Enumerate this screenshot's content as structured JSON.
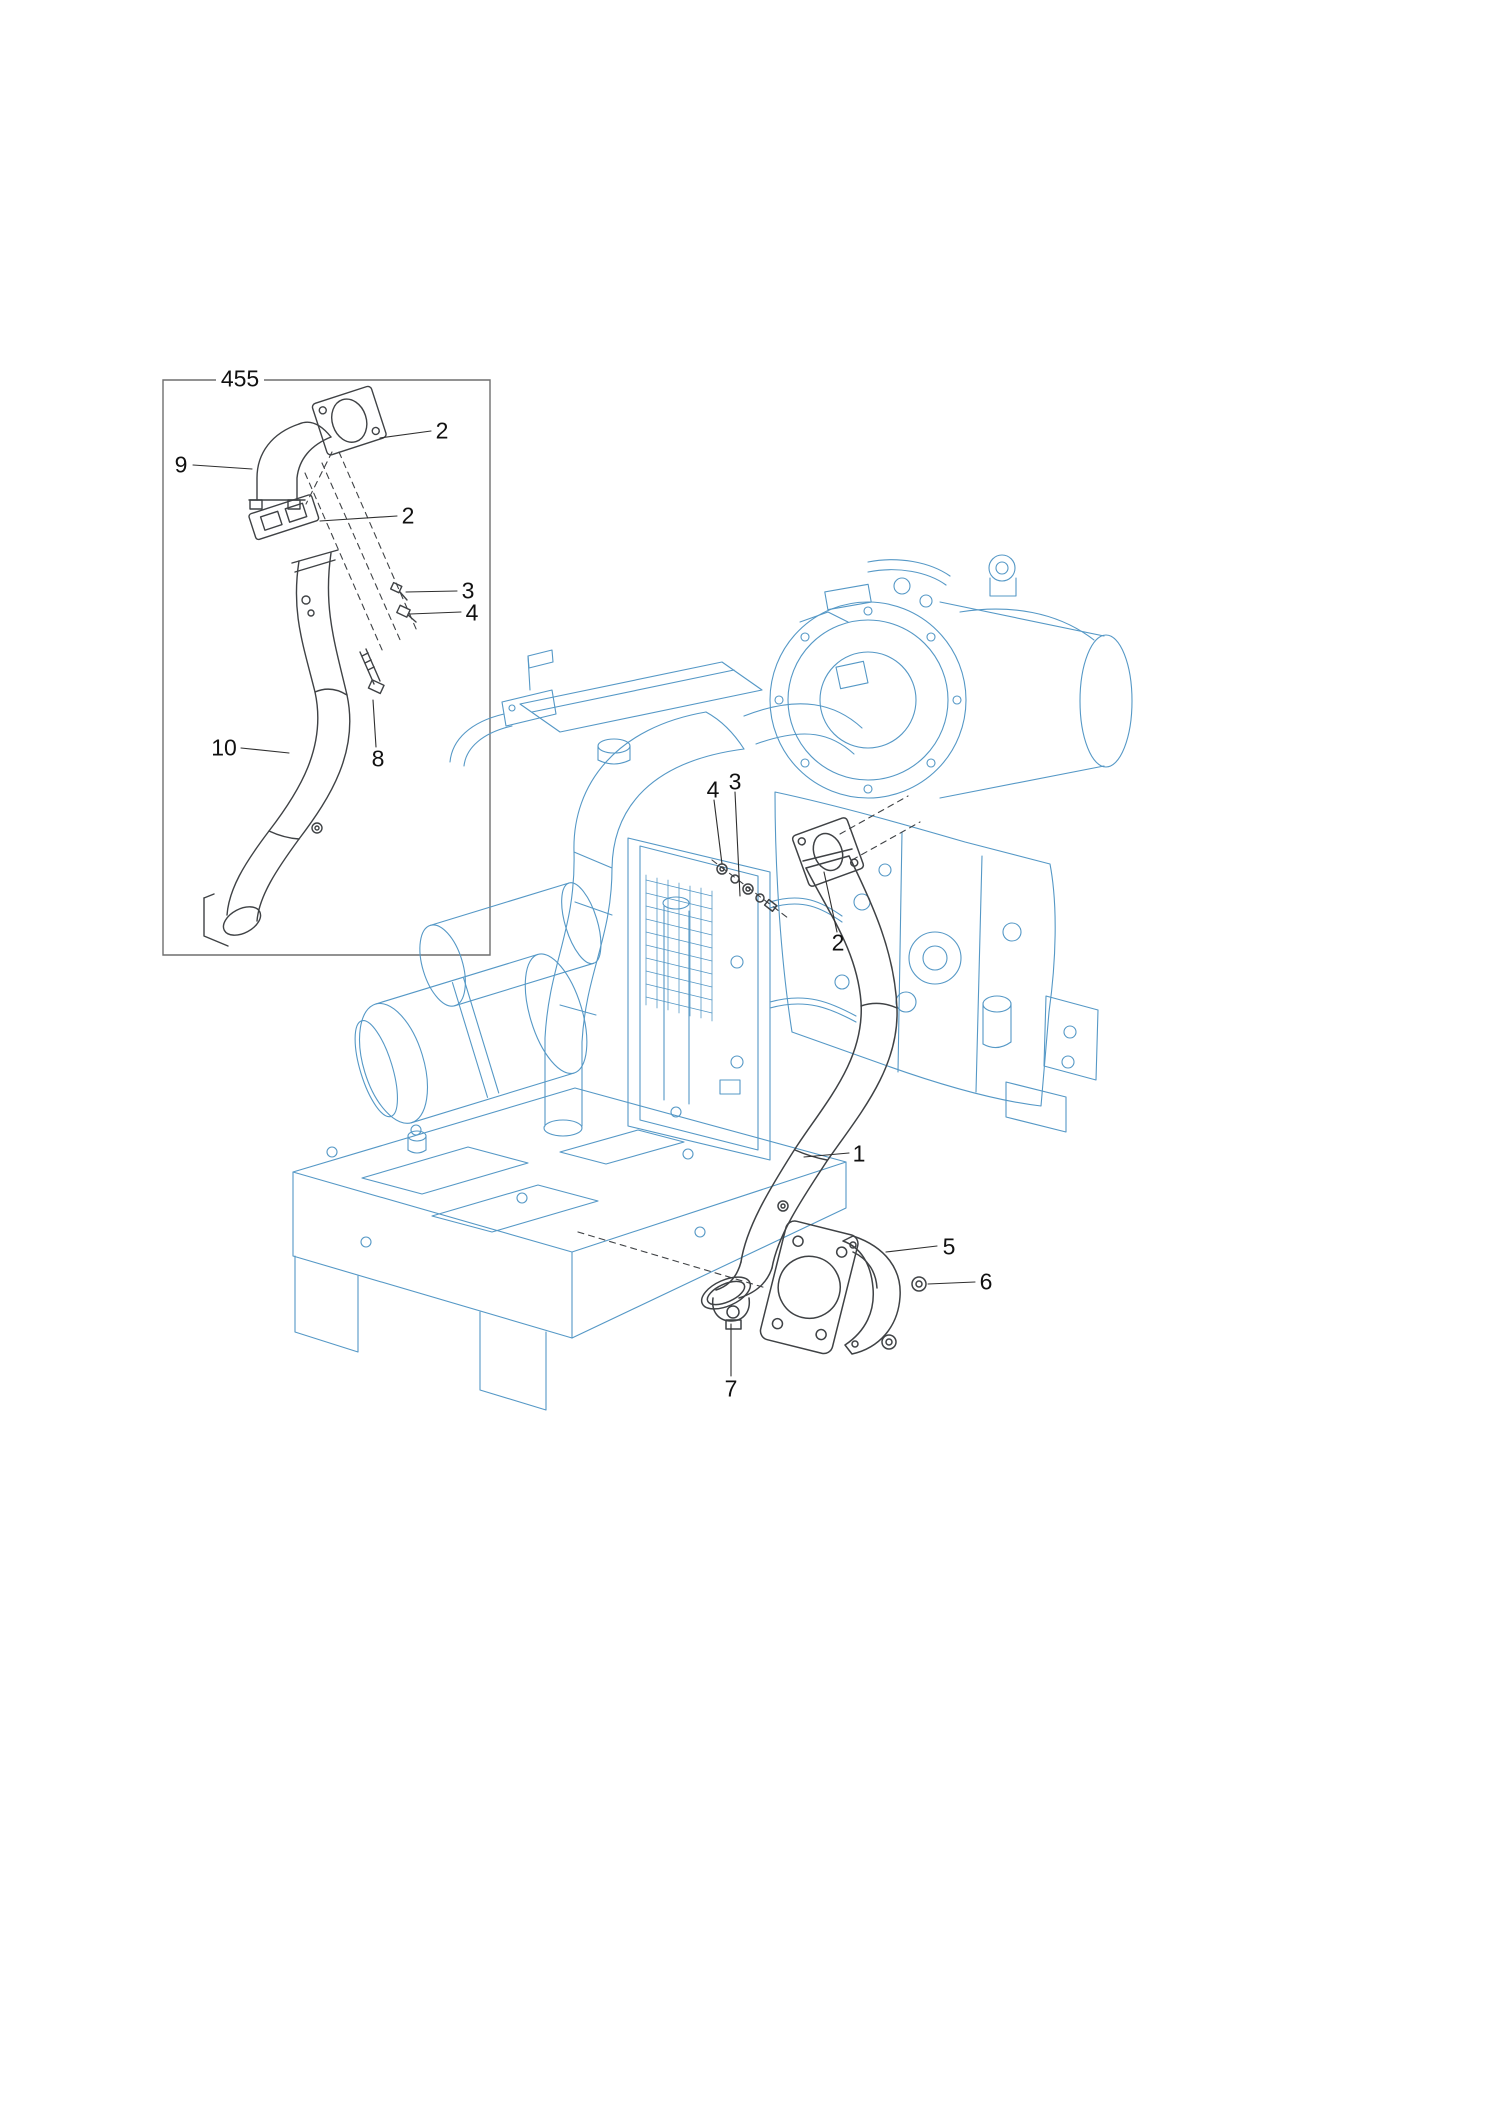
{
  "figure": {
    "kind": "exploded-parts-diagram",
    "subject": "Engine exhaust pipe assembly with inset detail view",
    "inset_reference": "455"
  },
  "callouts": {
    "ref455": {
      "label": "455"
    },
    "i9": {
      "label": "9"
    },
    "i2a": {
      "label": "2"
    },
    "i2b": {
      "label": "2"
    },
    "i3": {
      "label": "3"
    },
    "i4": {
      "label": "4"
    },
    "i10": {
      "label": "10"
    },
    "i8": {
      "label": "8"
    },
    "m4": {
      "label": "4"
    },
    "m3": {
      "label": "3"
    },
    "m2": {
      "label": "2"
    },
    "m1": {
      "label": "1"
    },
    "m5": {
      "label": "5"
    },
    "m6": {
      "label": "6"
    },
    "m7": {
      "label": "7"
    }
  },
  "colors": {
    "engine_line": "#5598c6",
    "part_line": "#3f4245",
    "leader_line": "#2f2f2f",
    "box_border": "#6f6f6f",
    "label_text": "#111111",
    "background": "#ffffff"
  }
}
